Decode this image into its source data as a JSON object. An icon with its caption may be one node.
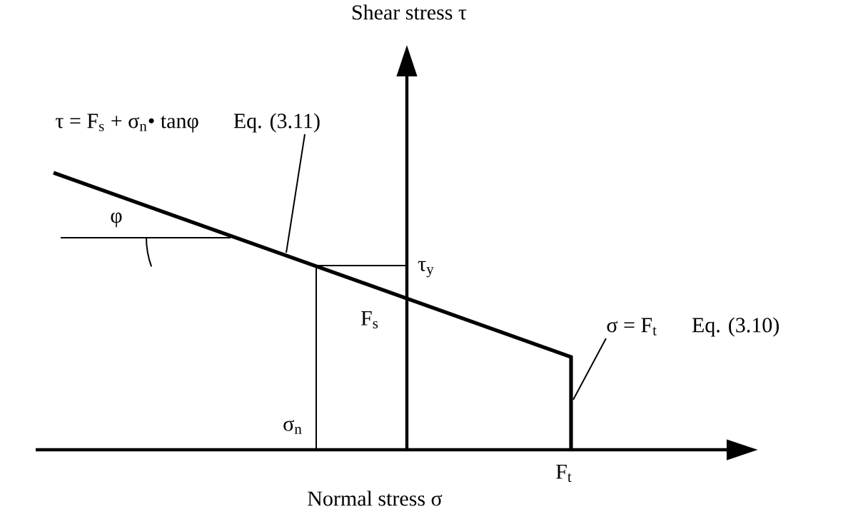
{
  "diagram": {
    "nodes": [
      {
        "text": [
          "τ = F$_{s}$ + σ$_{n}$• tanφ",
          "Eq. (3.11)"
        ]
      },
      {
        "text": [
          "σ = F$_{t}$",
          "Eq. (3.10)"
        ]
      }
    ],
    "edges": [
      {
        "from": 0,
        "to": null,
        "arrow": "none"
      },
      {
        "from": 1,
        "to": null,
        "arrow": "none"
      }
    ],
    "labels": [
      "Shear stress  τ",
      "τ$_{y}$",
      "φ",
      "F$_{s}$",
      "σ$_{n}$",
      "F$_{t}$",
      "Normal stress  σ"
    ]
  }
}
